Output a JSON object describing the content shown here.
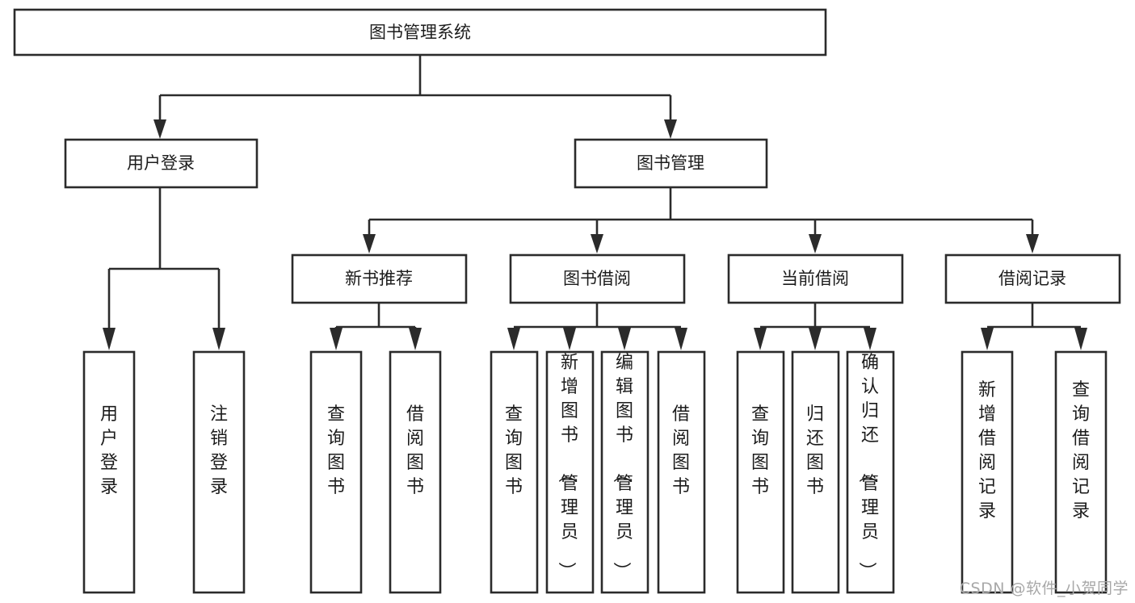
{
  "diagram": {
    "title": "图书管理系统",
    "type": "tree-hierarchy",
    "watermark": "CSDN @软件_小贺同学",
    "colors": {
      "stroke": "#2b2b2b",
      "fill": "#ffffff",
      "text": "#1c1c1c",
      "watermark": "#a8a8a8"
    },
    "root": {
      "label": "图书管理系统"
    },
    "level2": [
      {
        "label": "用户登录"
      },
      {
        "label": "图书管理"
      }
    ],
    "level3": [
      {
        "label": "新书推荐"
      },
      {
        "label": "图书借阅"
      },
      {
        "label": "当前借阅"
      },
      {
        "label": "借阅记录"
      }
    ],
    "leaves": {
      "user_login": [
        {
          "label": "用户登录"
        },
        {
          "label": "注销登录"
        }
      ],
      "new_book_recommend": [
        {
          "label": "查询图书"
        },
        {
          "label": "借阅图书"
        }
      ],
      "book_borrow": [
        {
          "label": "查询图书"
        },
        {
          "label": "新增图书（管理员）"
        },
        {
          "label": "编辑图书（管理员）"
        },
        {
          "label": "借阅图书"
        }
      ],
      "current_borrow": [
        {
          "label": "查询图书"
        },
        {
          "label": "归还图书"
        },
        {
          "label": "确认归还（管理员）"
        }
      ],
      "borrow_record": [
        {
          "label": "新增借阅记录"
        },
        {
          "label": "查询借阅记录"
        }
      ]
    }
  }
}
